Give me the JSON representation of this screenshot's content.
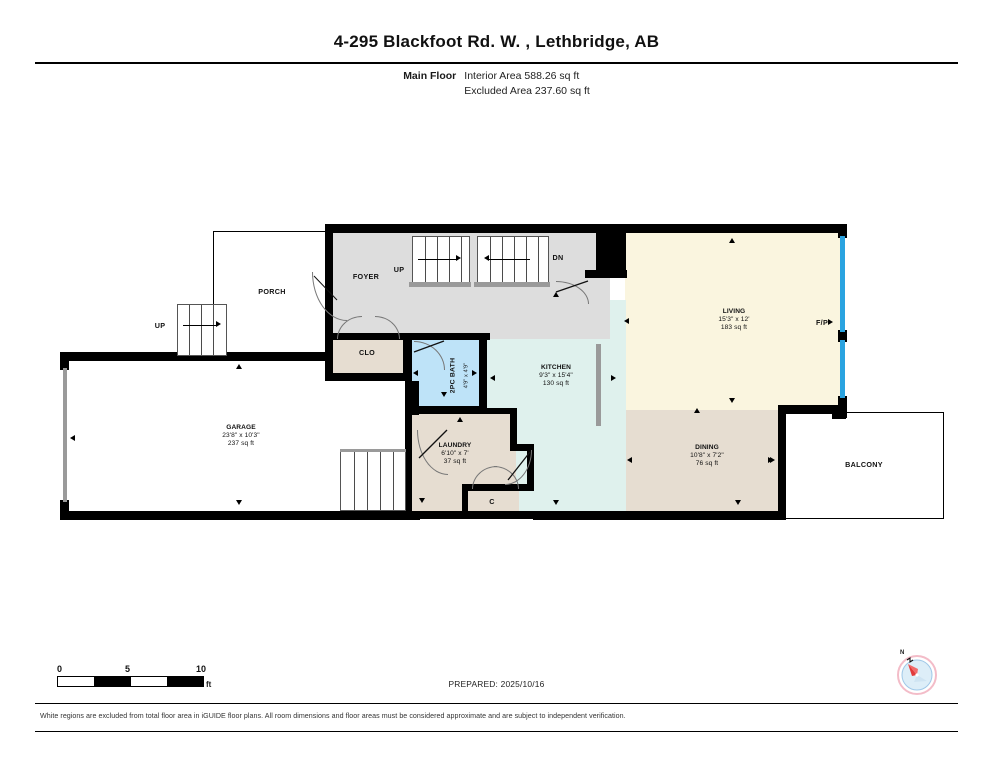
{
  "header": {
    "title": "4-295 Blackfoot Rd. W. , Lethbridge, AB",
    "floor_label": "Main Floor",
    "interior_area": "Interior Area 588.26 sq ft",
    "excluded_area": "Excluded Area 237.60 sq ft"
  },
  "rooms": {
    "porch": {
      "name": "PORCH"
    },
    "foyer": {
      "name": "FOYER"
    },
    "clo": {
      "name": "CLO"
    },
    "up_stair_left": {
      "name": "UP"
    },
    "up_stair_foyer": {
      "name": "UP"
    },
    "dn_stair": {
      "name": "DN"
    },
    "bath": {
      "name": "2PC BATH",
      "dims": "4'9\" x 4'9\""
    },
    "kitchen": {
      "name": "KITCHEN",
      "dims": "9'3\" x 15'4\"",
      "area": "130 sq ft"
    },
    "living": {
      "name": "LIVING",
      "dims": "15'3\" x 12'",
      "area": "183 sq ft"
    },
    "dining": {
      "name": "DINING",
      "dims": "10'8\" x 7'2\"",
      "area": "76 sq ft"
    },
    "garage": {
      "name": "GARAGE",
      "dims": "23'8\" x 10'3\"",
      "area": "237 sq ft"
    },
    "laundry": {
      "name": "LAUNDRY",
      "dims": "6'10\" x 7'",
      "area": "37 sq ft"
    },
    "closet_c": {
      "name": "C"
    },
    "balcony": {
      "name": "BALCONY"
    },
    "fireplace": {
      "name": "F/P"
    }
  },
  "scalebar": {
    "ticks": [
      "0",
      "5",
      "10"
    ],
    "unit": "ft"
  },
  "footer": {
    "prepared": "PREPARED: 2025/10/16",
    "disclaimer": "White regions are excluded from total floor area in iGUIDE floor plans. All room dimensions and floor areas must be considered approximate and are subject to independent verification.",
    "compass_label": "N"
  },
  "colors": {
    "living": "#FAF5DF",
    "kitchen": "#DFF1ED",
    "dining": "#E6DDD1",
    "foyer": "#DDDDDD",
    "bath": "#BEE3F8",
    "window": "#2AA3E0",
    "wall": "#000000"
  }
}
